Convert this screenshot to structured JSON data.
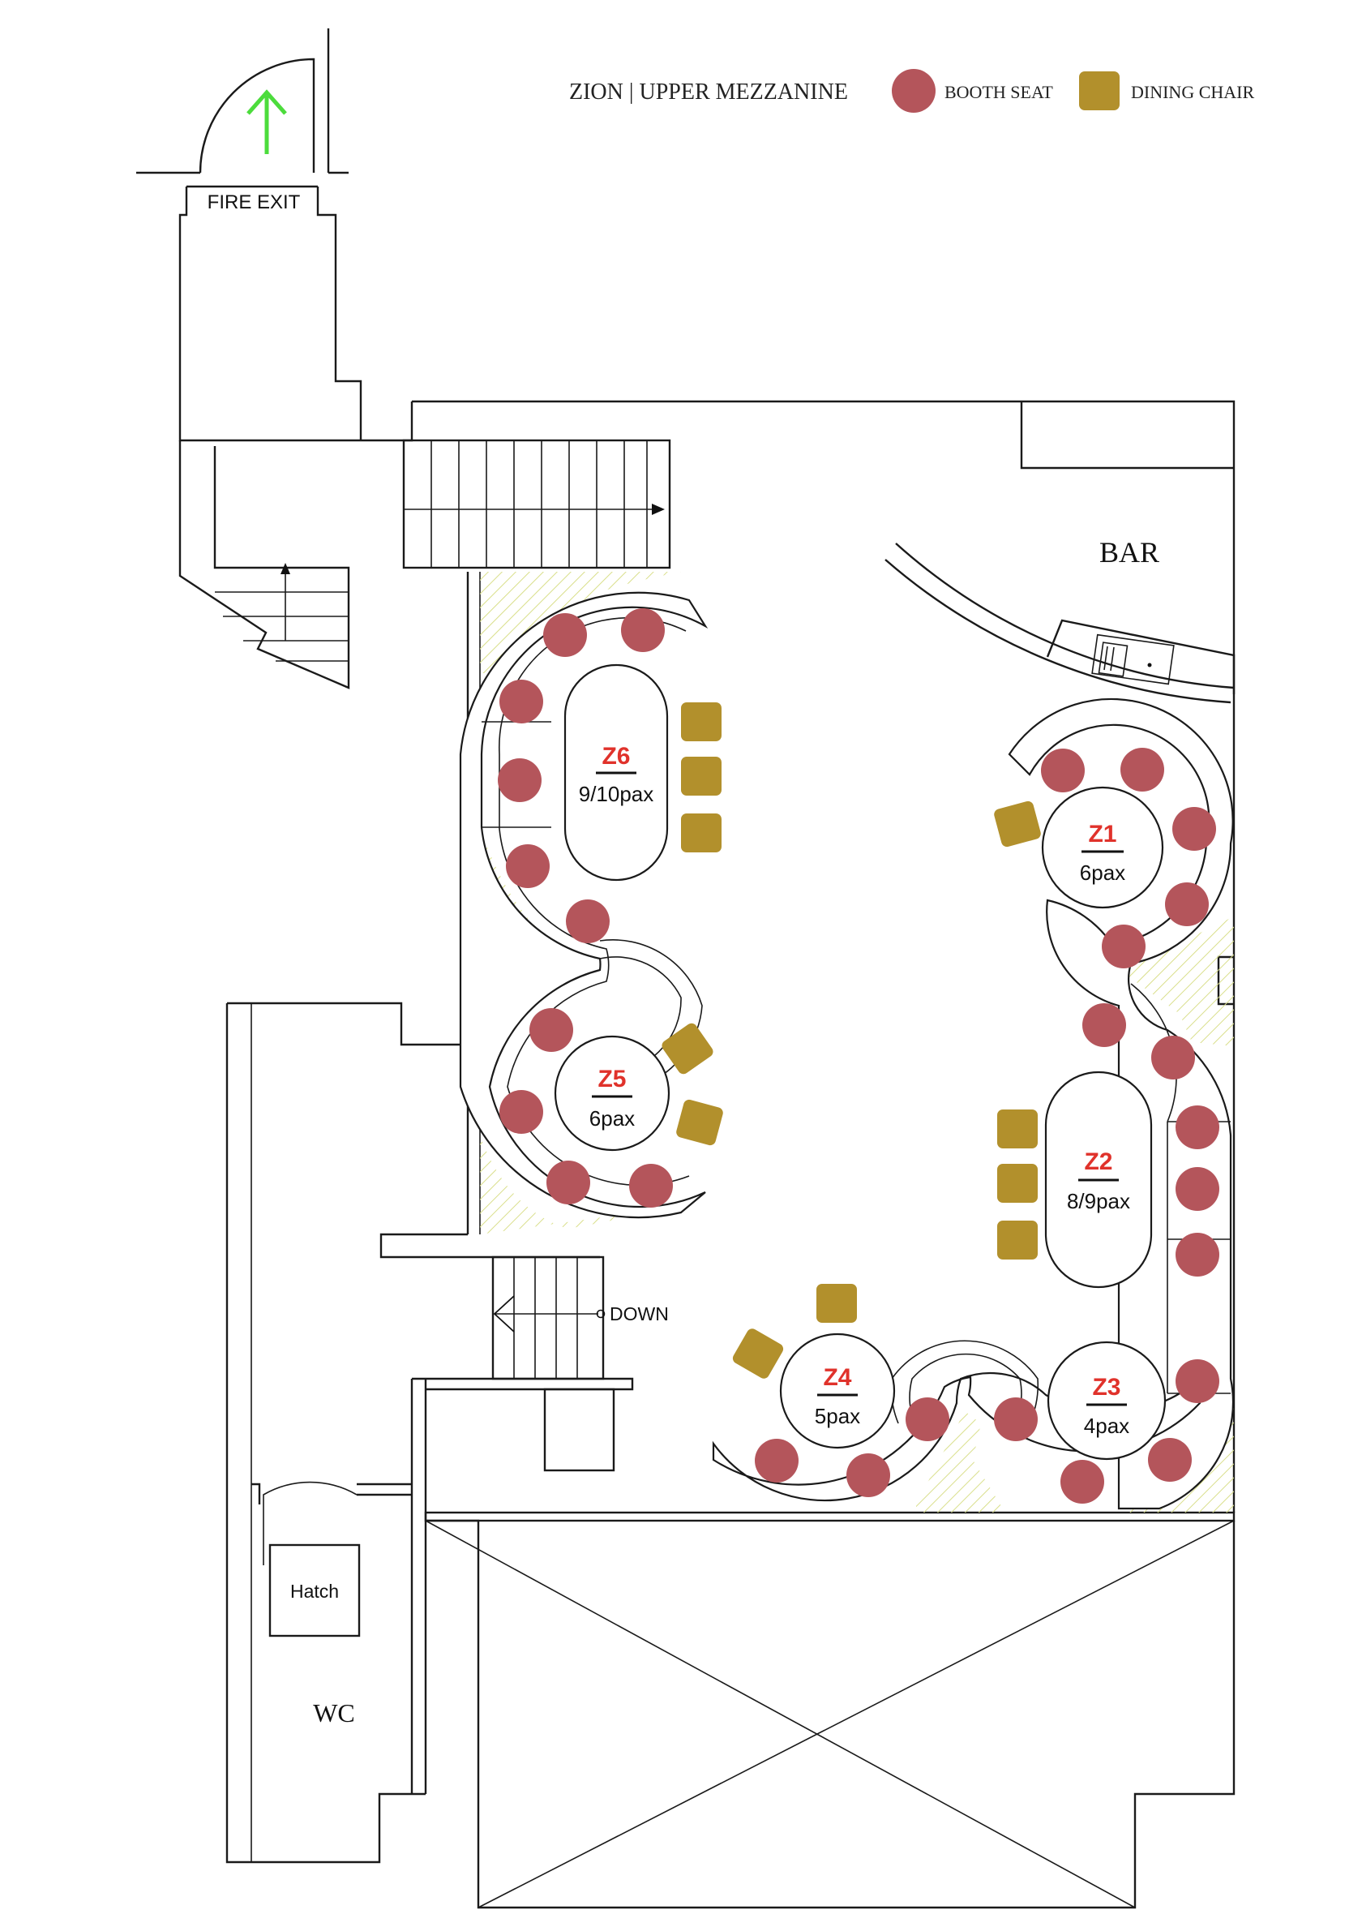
{
  "header": {
    "title": "ZION | UPPER MEZZANINE",
    "legend": [
      {
        "label": "BOOTH SEAT",
        "kind": "booth-seat",
        "color": "#b4555b"
      },
      {
        "label": "DINING CHAIR",
        "kind": "dining-chair",
        "color": "#b2902c"
      }
    ]
  },
  "labels": {
    "fire_exit": "FIRE EXIT",
    "bar": "BAR",
    "down": "DOWN",
    "hatch": "Hatch",
    "wc": "WC"
  },
  "zones": [
    {
      "id": "Z1",
      "capacity": "6pax"
    },
    {
      "id": "Z2",
      "capacity": "8/9pax"
    },
    {
      "id": "Z3",
      "capacity": "4pax"
    },
    {
      "id": "Z4",
      "capacity": "5pax"
    },
    {
      "id": "Z5",
      "capacity": "6pax"
    },
    {
      "id": "Z6",
      "capacity": "9/10pax"
    }
  ],
  "colors": {
    "booth_seat": "#b4555b",
    "dining_chair": "#b2902c",
    "zone_label": "#e0322b",
    "exit_arrow": "#4cdc3c"
  }
}
